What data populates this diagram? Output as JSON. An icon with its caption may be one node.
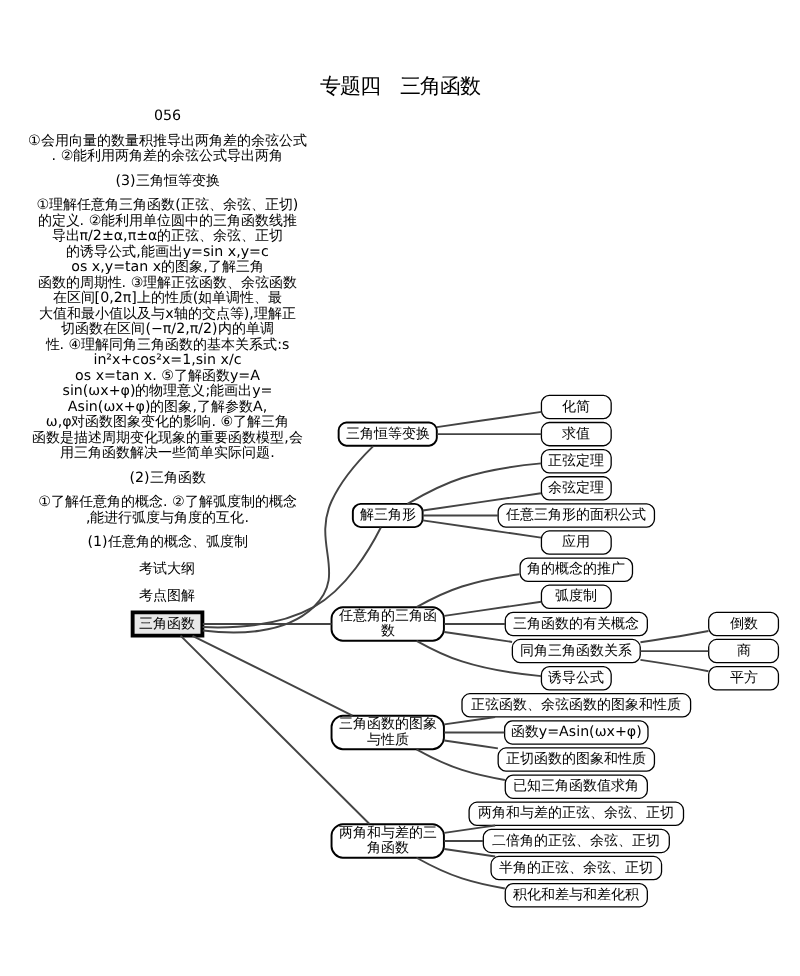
{
  "diagram": {
    "title": "专题四　三角函数",
    "nodes": [
      {
        "text": [
          "三角函数"
        ]
      },
      {
        "text": [
          "三角恒等变换"
        ]
      },
      {
        "text": [
          "化简"
        ]
      },
      {
        "text": [
          "求值"
        ]
      },
      {
        "text": [
          "解三角形"
        ]
      },
      {
        "text": [
          "正弦定理"
        ]
      },
      {
        "text": [
          "余弦定理"
        ]
      },
      {
        "text": [
          "任意三角形的面积公式"
        ]
      },
      {
        "text": [
          "应用"
        ]
      },
      {
        "text": [
          "任意角的三角函数"
        ]
      },
      {
        "text": [
          "角的概念的推广"
        ]
      },
      {
        "text": [
          "弧度制"
        ]
      },
      {
        "text": [
          "三角函数的有关概念"
        ]
      },
      {
        "text": [
          "同角三角函数关系"
        ]
      },
      {
        "text": [
          "倒数"
        ]
      },
      {
        "text": [
          "商"
        ]
      },
      {
        "text": [
          "平方"
        ]
      },
      {
        "text": [
          "诱导公式"
        ]
      },
      {
        "text": [
          "三角函数的图象与性质"
        ]
      },
      {
        "text": [
          "正弦函数、余弦函数的图象和性质"
        ]
      },
      {
        "text": [
          "函数y=Asin(ωx+φ)"
        ]
      },
      {
        "text": [
          "正切函数的图象和性质"
        ]
      },
      {
        "text": [
          "已知三角函数值求角"
        ]
      },
      {
        "text": [
          "两角和与差的三角函数"
        ]
      },
      {
        "text": [
          "两角和与差的正弦、余弦、正切"
        ]
      },
      {
        "text": [
          "二倍角的正弦、余弦、正切"
        ]
      },
      {
        "text": [
          "半角的正弦、余弦、正切"
        ]
      },
      {
        "text": [
          "积化和差与和差化积"
        ]
      }
    ],
    "edges": [
      {
        "from": 0,
        "to": 1,
        "arrow": "none"
      },
      {
        "from": 1,
        "to": 2,
        "arrow": "none"
      },
      {
        "from": 1,
        "to": 3,
        "arrow": "none"
      },
      {
        "from": 0,
        "to": 4,
        "arrow": "none"
      },
      {
        "from": 4,
        "to": 5,
        "arrow": "none"
      },
      {
        "from": 4,
        "to": 6,
        "arrow": "none"
      },
      {
        "from": 4,
        "to": 7,
        "arrow": "none"
      },
      {
        "from": 4,
        "to": 8,
        "arrow": "none"
      },
      {
        "from": 0,
        "to": 9,
        "arrow": "none"
      },
      {
        "from": 9,
        "to": 10,
        "arrow": "none"
      },
      {
        "from": 9,
        "to": 11,
        "arrow": "none"
      },
      {
        "from": 9,
        "to": 12,
        "arrow": "none"
      },
      {
        "from": 9,
        "to": 13,
        "arrow": "none"
      },
      {
        "from": 13,
        "to": 14,
        "arrow": "none"
      },
      {
        "from": 13,
        "to": 15,
        "arrow": "none"
      },
      {
        "from": 13,
        "to": 16,
        "arrow": "none"
      },
      {
        "from": 9,
        "to": 17,
        "arrow": "none"
      },
      {
        "from": 0,
        "to": 18,
        "arrow": "none"
      },
      {
        "from": 18,
        "to": 19,
        "arrow": "none"
      },
      {
        "from": 18,
        "to": 20,
        "arrow": "none"
      },
      {
        "from": 18,
        "to": 21,
        "arrow": "none"
      },
      {
        "from": 18,
        "to": 22,
        "arrow": "none"
      },
      {
        "from": 0,
        "to": 23,
        "arrow": "none"
      },
      {
        "from": 23,
        "to": 24,
        "arrow": "none"
      },
      {
        "from": 23,
        "to": 25,
        "arrow": "none"
      },
      {
        "from": 23,
        "to": 26,
        "arrow": "none"
      },
      {
        "from": 23,
        "to": 27,
        "arrow": "none"
      }
    ],
    "labels": [
      "考点图解",
      "考试大纲",
      "(1)任意角的概念、弧度制",
      "①了解任意角的概念. ②了解弧度制的概念,能进行弧度与角度的互化.",
      "(2)三角函数",
      "①理解任意角三角函数(正弦、余弦、正切)的定义. ②能利用单位圆中的三角函数线推导出π/2±α,π±α的正弦、余弦、正切的诱导公式,能画出y=sin x,y=cos x,y=tan x的图象,了解三角函数的周期性. ③理解正弦函数、余弦函数在区间[0,2π]上的性质(如单调性、最大值和最小值以及与x轴的交点等),理解正切函数在区间(−π/2,π/2)内的单调性. ④理解同角三角函数的基本关系式:sin²x+cos²x=1,sin x/cos x=tan x. ⑤了解函数y=Asin(ωx+φ)的物理意义;能画出y=Asin(ωx+φ)的图象,了解参数A,ω,φ对函数图象变化的影响. ⑥了解三角函数是描述周期变化现象的重要函数模型,会用三角函数解决一些简单实际问题.",
      "(3)三角恒等变换",
      "①会用向量的数量积推导出两角差的余弦公式. ②能利用两角差的余弦公式导出两角",
      "056"
    ]
  }
}
